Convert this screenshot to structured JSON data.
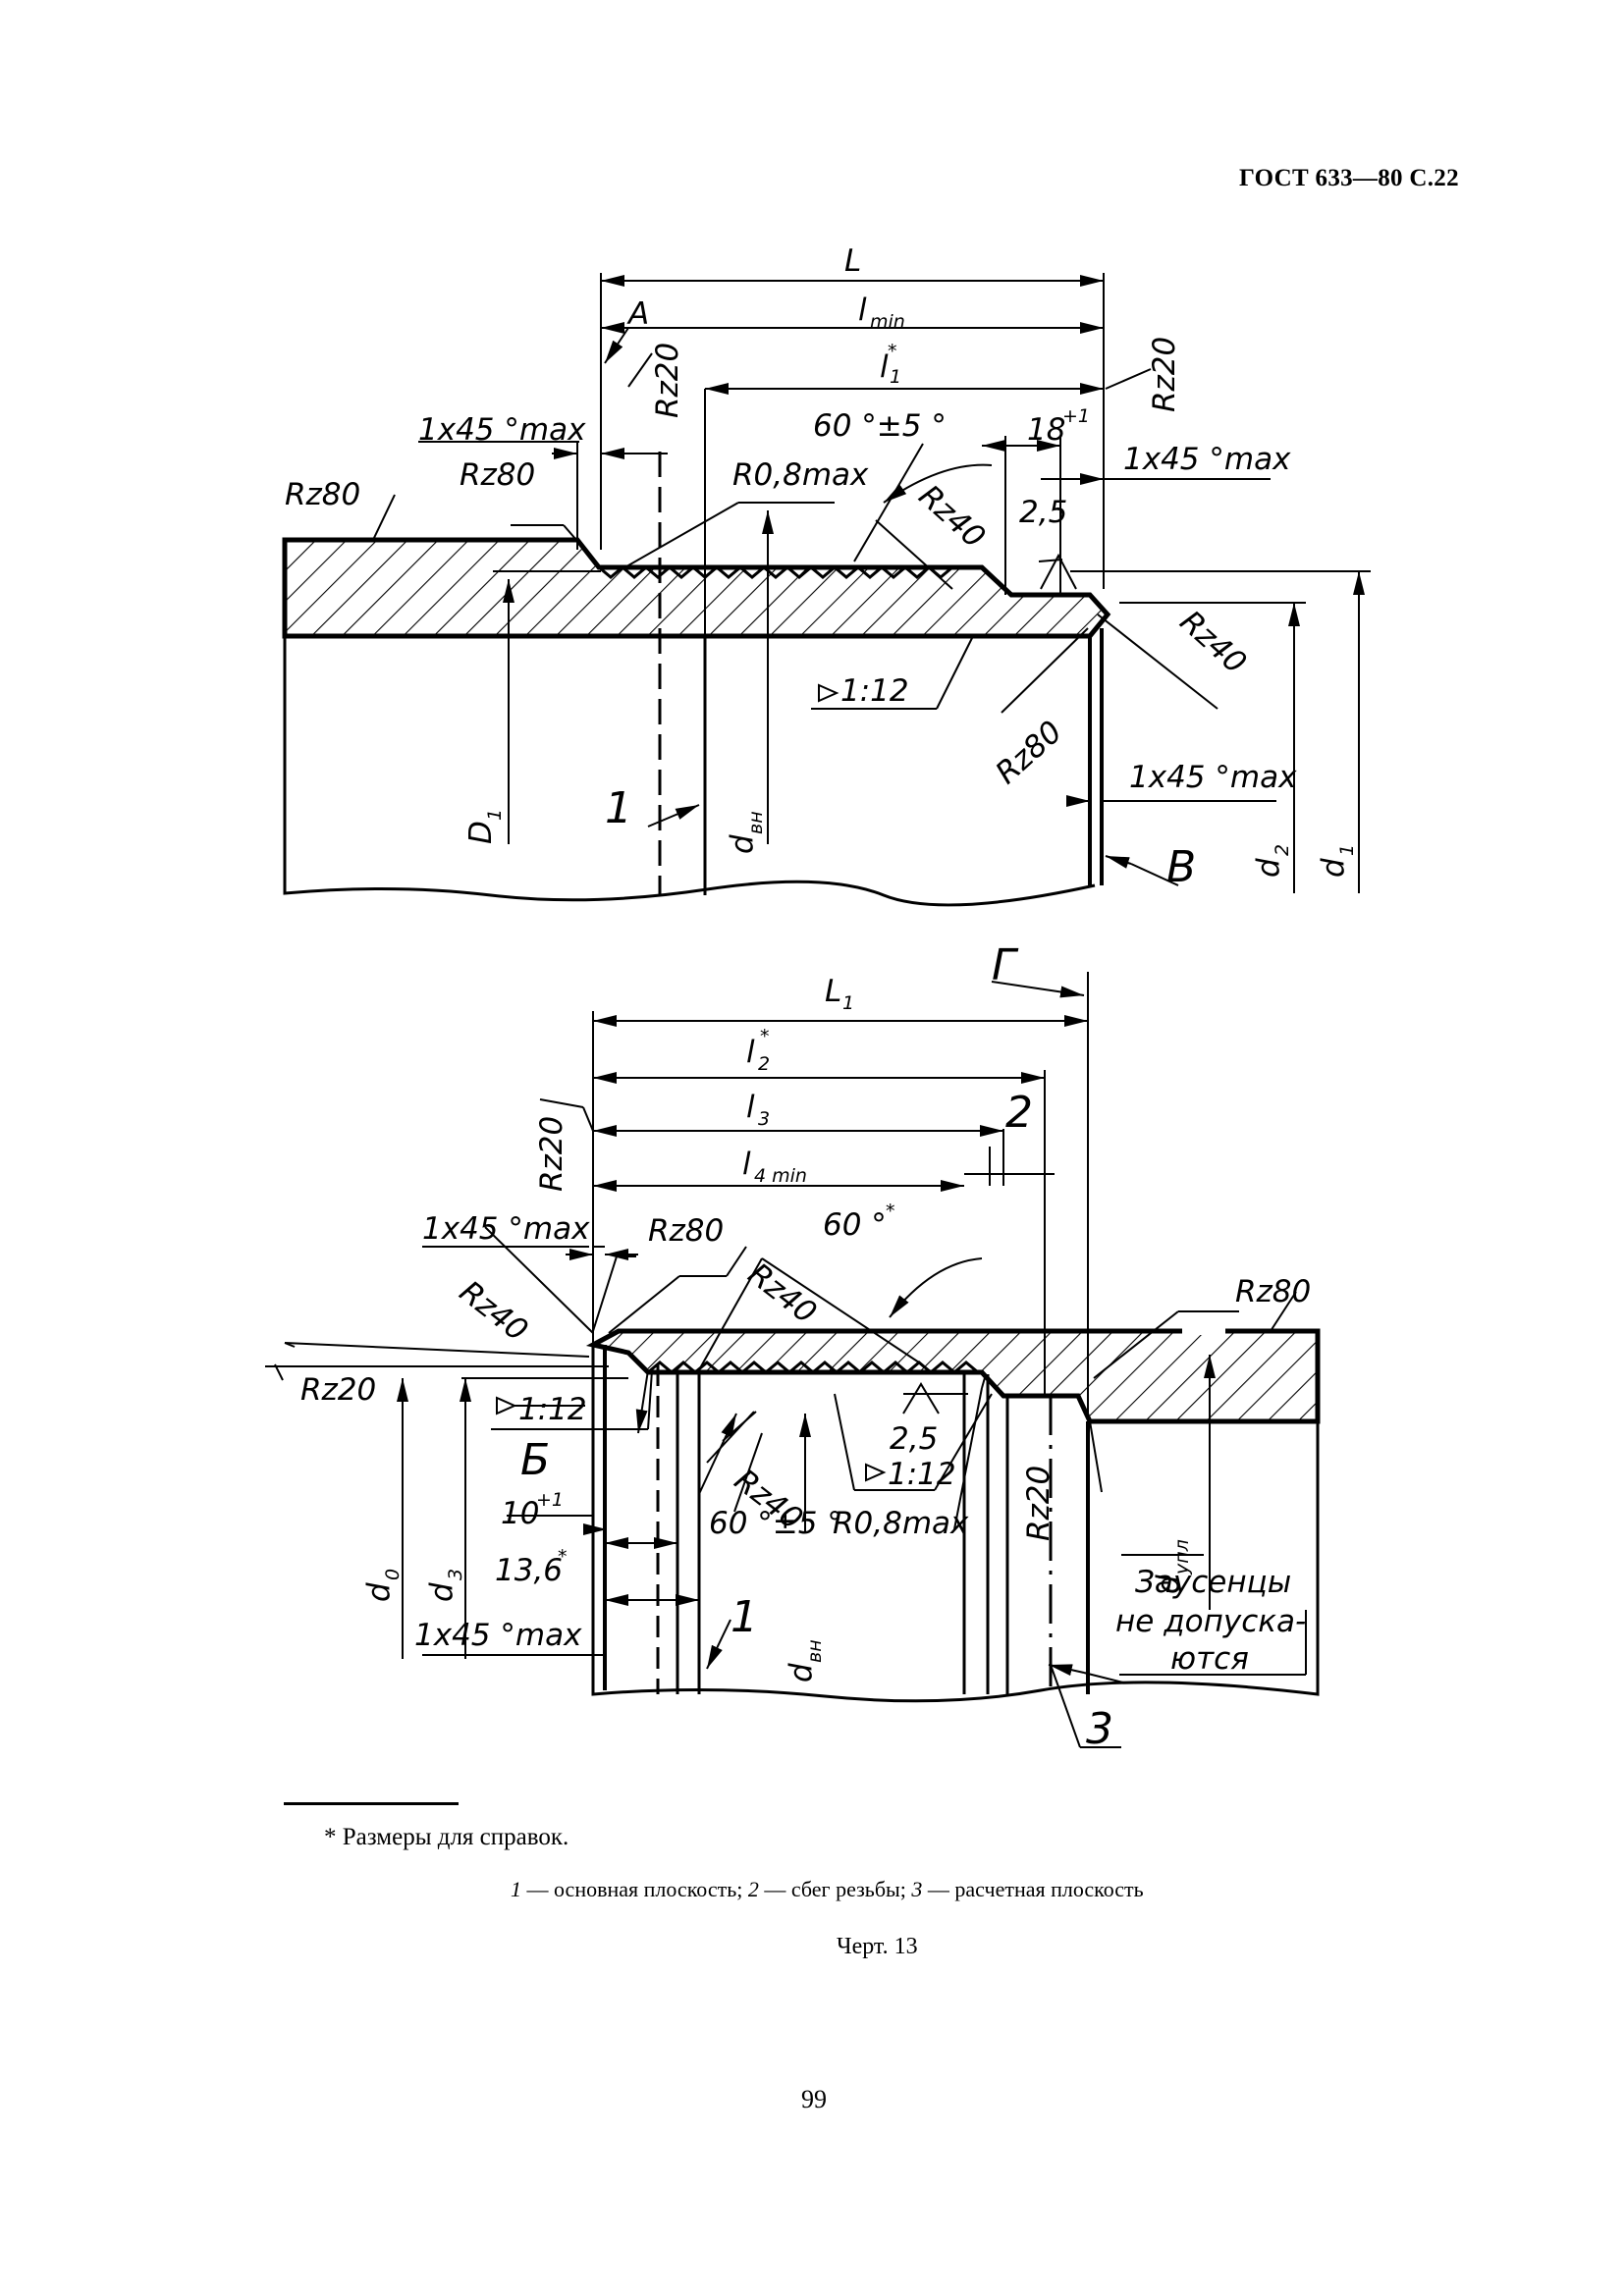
{
  "header": {
    "text": "ГОСТ 633—80 С.22"
  },
  "drawing1": {
    "labels": {
      "L": "L",
      "lmin": "l",
      "lmin_sub": "min",
      "l1": "l",
      "l1_sub": "1",
      "A": "A",
      "rz20_a": "Rz20",
      "rz20_b": "Rz20",
      "chamfer1": "1x45 °max",
      "rz80_a": "Rz80",
      "rz80_b": "Rz80",
      "r08": "R0,8max",
      "angle": "60 °±5 °",
      "eighteen": "18",
      "eighteen_sup": "+1",
      "chamfer2": "1x45 °max",
      "two5": "2,5",
      "rz40_a": "Rz40",
      "rz40_b": "Rz40",
      "taper": "1:12",
      "rz80_c": "Rz80",
      "chamfer3": "1x45 °max",
      "one": "1",
      "D1": "D",
      "D1_sub": "1",
      "dvn": "d",
      "dvn_sub": "вн",
      "B": "B",
      "d2": "d",
      "d2_sub": "2",
      "d1": "d",
      "d1_sub": "1",
      "star": "*"
    }
  },
  "drawing2": {
    "labels": {
      "L1": "L",
      "L1_sub": "1",
      "G": "Г",
      "l2": "l",
      "l2_sub": "2",
      "l3": "l",
      "l3_sub": "3",
      "two": "2",
      "l4": "l",
      "l4_sub": "4 min",
      "rz20_a": "Rz20",
      "chamfer1": "1x45 °max",
      "rz80_a": "Rz80",
      "angle60": "60 °",
      "rz40_a": "Rz40",
      "rz40_b": "Rz40",
      "rz80_b": "Rz80",
      "rz20_b": "Rz20",
      "taper_a": "1:12",
      "two5": "2,5",
      "taper_b": "1:12",
      "B_cyr": "Б",
      "rz40_c": "Rz40",
      "ten": "10",
      "ten_sup": "+1",
      "angle605": "60 °±5 °",
      "r08": "R0,8max",
      "rz20_c": "Rz20",
      "thirteen": "13,6",
      "chamfer2": "1x45 °max",
      "d0": "d",
      "d0_sub": "0",
      "d3": "d",
      "d3_sub": "3",
      "one": "1",
      "dvn": "d",
      "dvn_sub": "вн",
      "dupl": "d",
      "dupl_sub": "упл",
      "burr1": "Заусенцы",
      "burr2": "не допуска-",
      "burr3": "ются",
      "three": "3",
      "star": "*"
    }
  },
  "footnote": {
    "text": "* Размеры для справок."
  },
  "legend": {
    "n1": "1",
    "t1": " — основная плоскость; ",
    "n2": "2",
    "t2": " — сбег резьбы; ",
    "n3": "3",
    "t3": " — расчетная плоскость"
  },
  "caption": {
    "text": "Черт. 13"
  },
  "page_number": {
    "text": "99"
  }
}
